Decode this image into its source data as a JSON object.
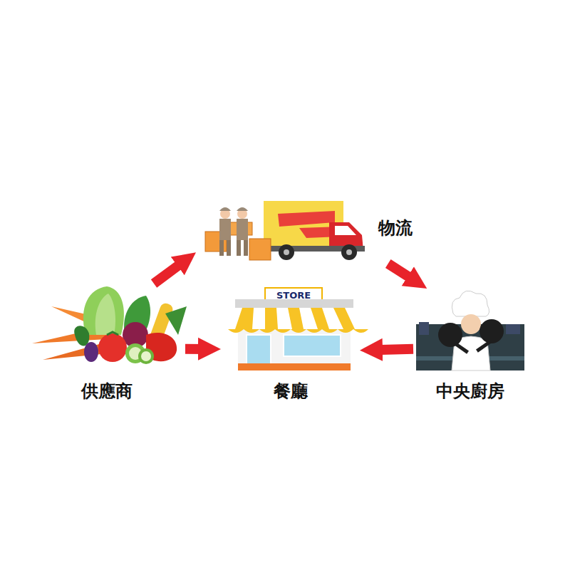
{
  "diagram": {
    "nodes": [
      {
        "text": [
          "供應商"
        ]
      },
      {
        "text": [
          "物流"
        ]
      },
      {
        "text": [
          "餐廳"
        ]
      },
      {
        "text": [
          "中央廚房"
        ]
      }
    ],
    "edges": [
      {
        "from": 0,
        "to": 1,
        "arrow": "to"
      },
      {
        "from": 1,
        "to": 3,
        "arrow": "to"
      },
      {
        "from": 0,
        "to": 2,
        "arrow": "to"
      },
      {
        "from": 3,
        "to": 2,
        "arrow": "to"
      }
    ],
    "labels": [
      "STORE"
    ]
  }
}
